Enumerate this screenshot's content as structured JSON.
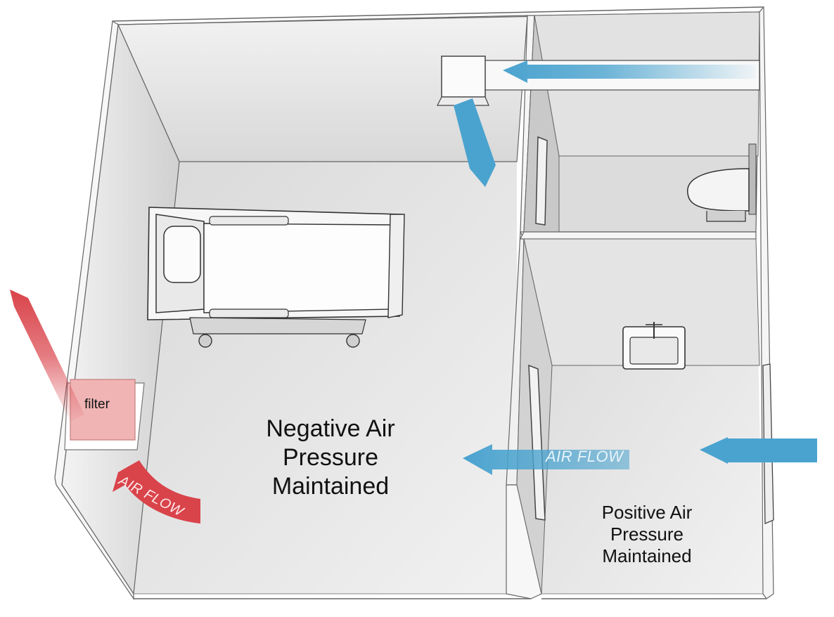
{
  "labels": {
    "negative": "Negative Air\nPressure\nMaintained",
    "positive": "Positive Air\nPressure\nMaintained",
    "filter": "filter",
    "airflow_blue": "AIR FLOW",
    "airflow_red": "AIR FLOW"
  },
  "colors": {
    "blue_airflow": "#4aa3cf",
    "red_airflow": "#d9434a",
    "filter_box": "#f0b4b4",
    "wall": "#e6e6e6",
    "floor": "#ececec",
    "outline": "#555555"
  },
  "icons": [
    "hospital-bed-icon",
    "sink-icon",
    "toilet-icon",
    "ceiling-vent-icon",
    "filter-box-icon"
  ]
}
